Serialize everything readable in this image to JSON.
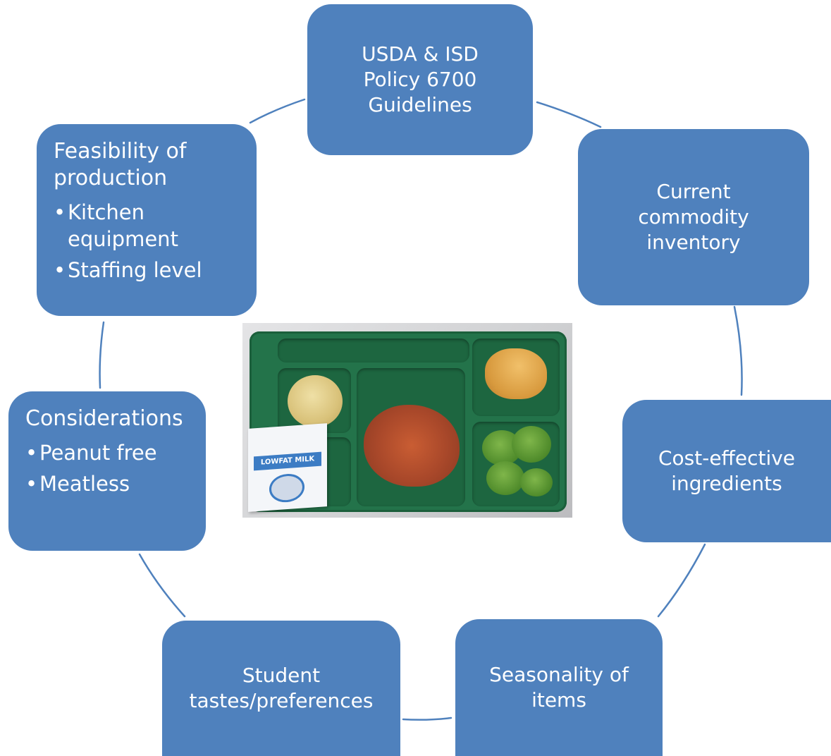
{
  "diagram": {
    "nodes": [
      {
        "id": "usda",
        "lines": [
          "USDA & ISD",
          "Policy 6700",
          "Guidelines"
        ]
      },
      {
        "id": "commodity",
        "lines": [
          "Current",
          "commodity",
          "inventory"
        ]
      },
      {
        "id": "cost",
        "lines": [
          "Cost-effective",
          "ingredients"
        ]
      },
      {
        "id": "seasonality",
        "lines": [
          "Seasonality of",
          "items"
        ]
      },
      {
        "id": "student",
        "lines": [
          "Student",
          "tastes/preferences"
        ]
      },
      {
        "id": "considerations",
        "heading": "Considerations",
        "bullets": [
          "Peanut free",
          "Meatless"
        ]
      },
      {
        "id": "feasibility",
        "heading": "Feasibility of production",
        "bullets": [
          "Kitchen equipment",
          "Staffing level"
        ]
      }
    ],
    "center_image": {
      "milk_carton_label": "LOWFAT MILK"
    },
    "colors": {
      "box_fill": "#4f81bd",
      "box_text": "#ffffff",
      "connector": "#4f81bd",
      "tray": "#23734a"
    }
  }
}
